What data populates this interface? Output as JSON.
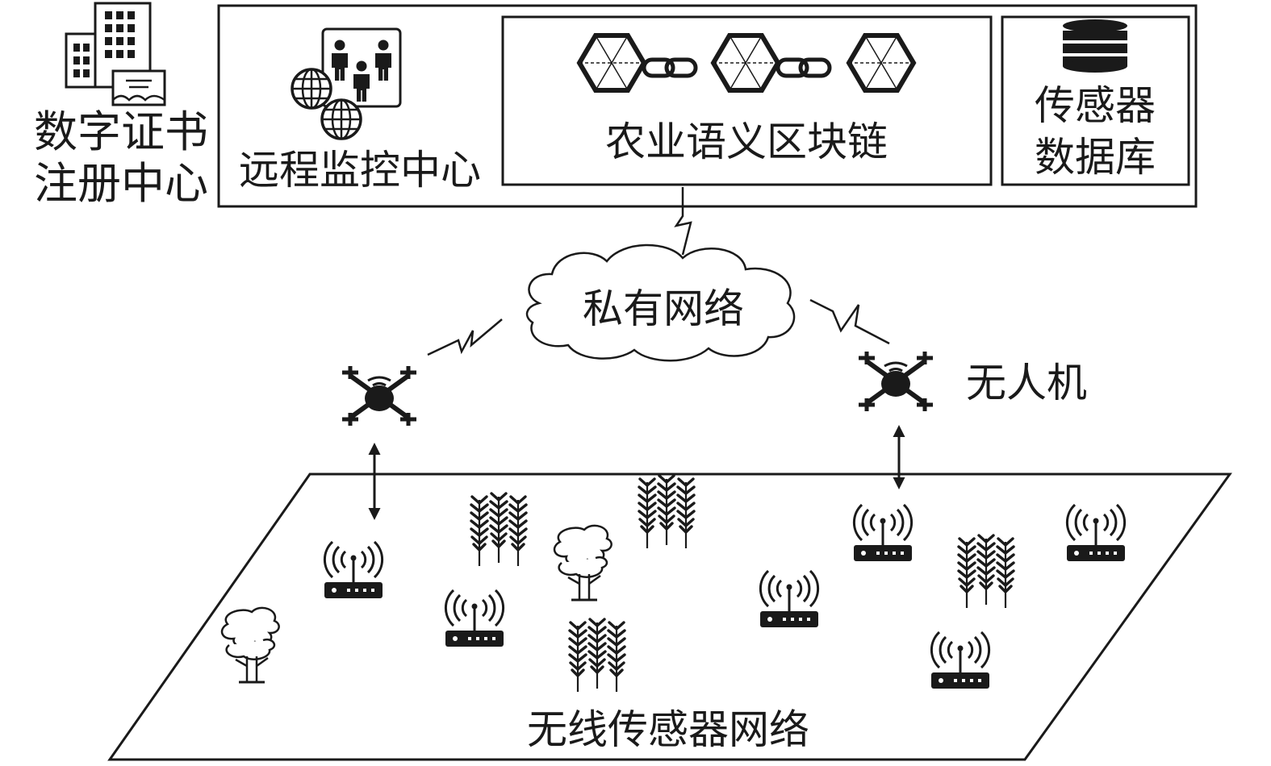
{
  "labels": {
    "ca_line1": "数字证书",
    "ca_line2": "注册中心",
    "monitor": "远程监控中心",
    "blockchain": "农业语义区块链",
    "db_line1": "传感器",
    "db_line2": "数据库",
    "network": "私有网络",
    "uav": "无人机",
    "wsn": "无线传感器网络"
  },
  "colors": {
    "ink": "#1a1a1a",
    "background": "#ffffff"
  },
  "icons": [
    "building-icon",
    "people-icon",
    "globe-icon",
    "blockchain-icon",
    "database-icon",
    "cloud-icon",
    "drone-icon",
    "router-icon",
    "wheat-icon",
    "tree-icon",
    "lightning-link-icon",
    "double-arrow-icon"
  ]
}
